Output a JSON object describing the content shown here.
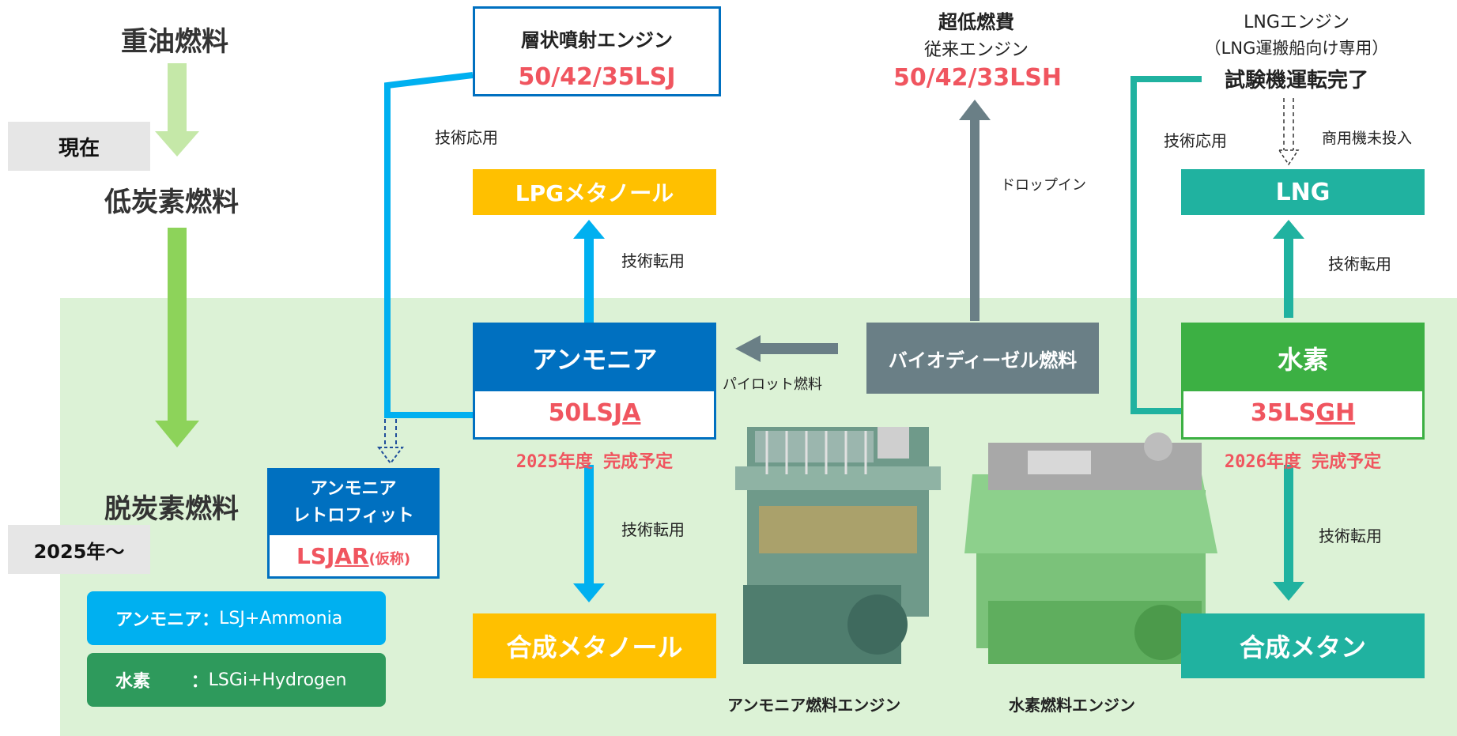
{
  "fuels": {
    "heavy": "重油燃料",
    "low_carbon": "低炭素燃料",
    "decarbonized": "脱炭素燃料",
    "current_tag": "現在",
    "year_tag": "2025年～"
  },
  "lsj": {
    "title": "層状噴射エンジン",
    "model": "50/42/35LSJ"
  },
  "lsh": {
    "line1": "超低燃費",
    "line2": "従来エンジン",
    "model": "50/42/33LSH"
  },
  "lng_engine": {
    "line1": "LNGエンジン",
    "line2": "（LNG運搬船向け専用）",
    "line3": "試験機運転完了"
  },
  "boxes": {
    "lpg_methanol": "LPGメタノール",
    "ammonia": "アンモニア",
    "ammonia_model_prefix": "50LSJ",
    "ammonia_model_suffix": "A",
    "ammonia_schedule": "2025年度  完成予定",
    "biodiesel": "バイオディーゼル燃料",
    "hydrogen": "水素",
    "hydrogen_model_prefix": "35LS",
    "hydrogen_model_suffix": "GH",
    "hydrogen_schedule": "2026年度  完成予定",
    "lng": "LNG",
    "synthetic_methanol": "合成メタノール",
    "synthetic_methane": "合成メタン",
    "retrofit_line1": "アンモニア",
    "retrofit_line2": "レトロフィット",
    "retrofit_model_prefix": "LSJ",
    "retrofit_model_suffix": "AR",
    "retrofit_model_note": "(仮称)"
  },
  "labels": {
    "tech_applied_left": "技術応用",
    "tech_applied_right": "技術応用",
    "tech_transfer_lpg": "技術転用",
    "tech_transfer_meth": "技術転用",
    "tech_transfer_lng": "技術転用",
    "tech_transfer_methane": "技術転用",
    "drop_in": "ドロップイン",
    "pilot_fuel": "パイロット燃料",
    "not_commercial": "商用機未投入"
  },
  "legend": {
    "ammonia_label": "アンモニア：",
    "ammonia_text": "LSJ+Ammonia",
    "hydrogen_label": "水素　　 ：",
    "hydrogen_text": "LSGi+Hydrogen"
  },
  "captions": {
    "ammonia_engine": "アンモニア燃料エンジン",
    "hydrogen_engine": "水素燃料エンジン"
  },
  "colors": {
    "blue": "#00b0f0",
    "dark_blue": "#0070c0",
    "gold": "#ffc000",
    "teal": "#20b2a0",
    "green": "#3cb043",
    "gray": "#6a7f86",
    "red": "#f0555f",
    "light_green_arrow": "#c5e8a8",
    "mid_green_arrow": "#8dd35a"
  }
}
